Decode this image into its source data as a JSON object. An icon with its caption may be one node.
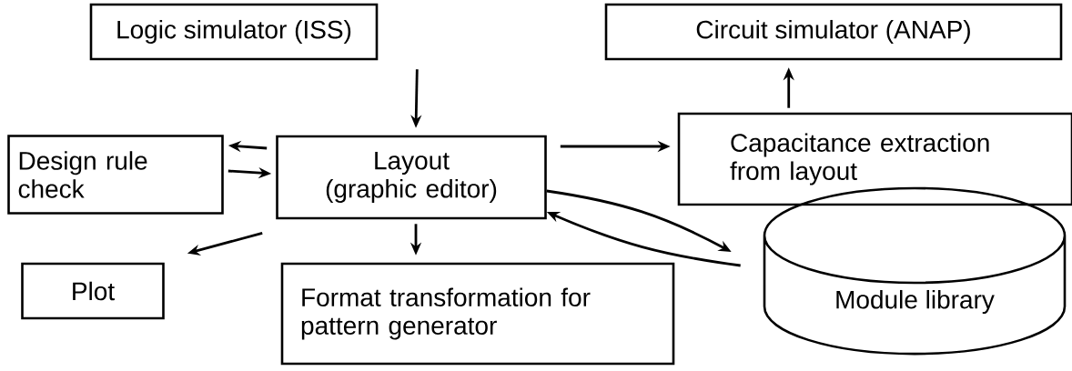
{
  "diagram": {
    "nodes": [
      {
        "text": [
          "Logic simulator (ISS)"
        ]
      },
      {
        "text": [
          "Circuit simulator (ANAP)"
        ]
      },
      {
        "text": [
          "Design rule check"
        ]
      },
      {
        "text": [
          "Layout (graphic editor)"
        ]
      },
      {
        "text": [
          "Capacitance extraction from layout"
        ]
      },
      {
        "text": [
          "Plot"
        ]
      },
      {
        "text": [
          "Format transformation for pattern generator"
        ]
      },
      {
        "text": [
          "Module library"
        ]
      }
    ],
    "edges": [
      {
        "from": 0,
        "to": 3,
        "arrow": "to"
      },
      {
        "from": 4,
        "to": 1,
        "arrow": "to"
      },
      {
        "from": 3,
        "to": 2,
        "arrow": "to"
      },
      {
        "from": 2,
        "to": 3,
        "arrow": "to"
      },
      {
        "from": 3,
        "to": 4,
        "arrow": "to"
      },
      {
        "from": 3,
        "to": 5,
        "arrow": "to"
      },
      {
        "from": 3,
        "to": 6,
        "arrow": "to"
      },
      {
        "from": 3,
        "to": 7,
        "arrow": "to"
      },
      {
        "from": 7,
        "to": 3,
        "arrow": "to"
      }
    ]
  }
}
